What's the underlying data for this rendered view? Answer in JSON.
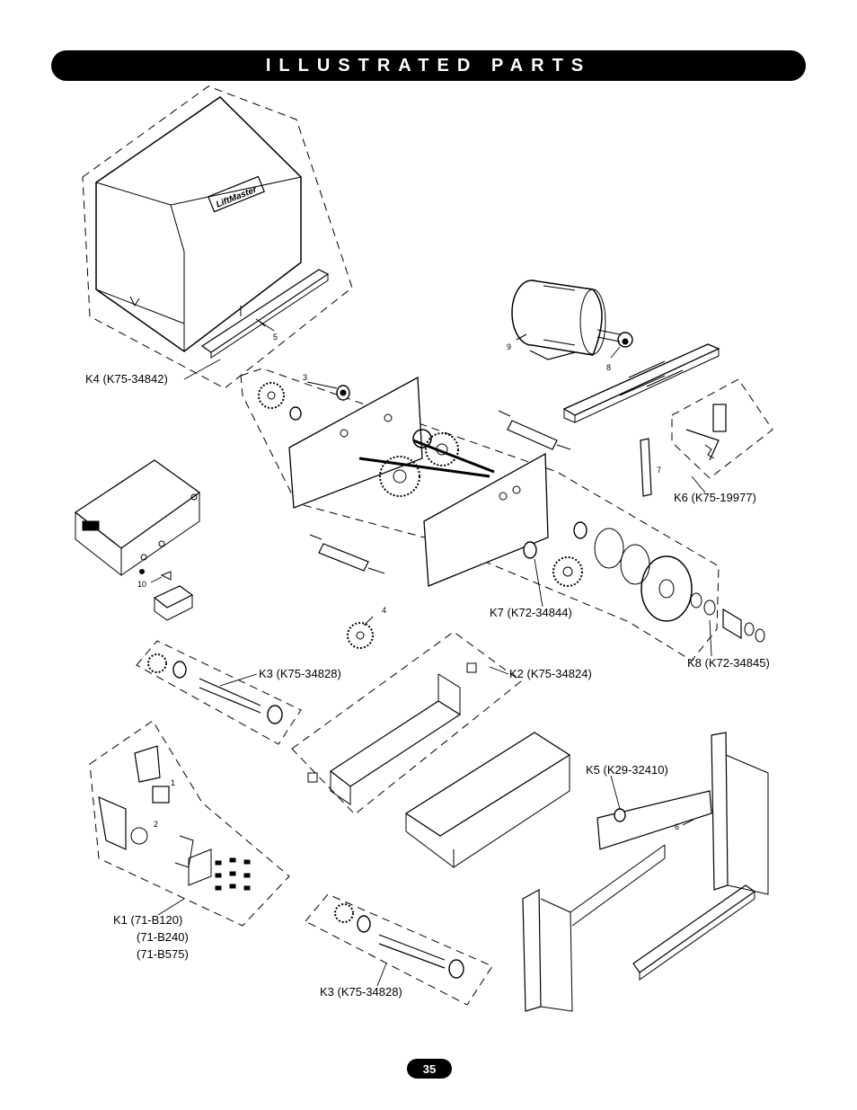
{
  "header": {
    "title": "ILLUSTRATED PARTS"
  },
  "kits": {
    "k4": "K4 (K75-34842)",
    "k6": "K6 (K75-19977)",
    "k7": "K7 (K72-34844)",
    "k8": "K8 (K72-34845)",
    "k3a": "K3 (K75-34828)",
    "k2": "K2 (K75-34824)",
    "k5": "K5 (K29-32410)",
    "k1a": "K1 (71-B120)",
    "k1b": "(71-B240)",
    "k1c": "(71-B575)",
    "k3b": "K3 (K75-34828)"
  },
  "parts": {
    "p1": "1",
    "p2": "2",
    "p3": "3",
    "p4": "4",
    "p5": "5",
    "p6": "6",
    "p7": "7",
    "p8": "8",
    "p9": "9",
    "p10": "10"
  },
  "cover_logo": "LiftMaster",
  "footer": {
    "page_number": "35"
  }
}
